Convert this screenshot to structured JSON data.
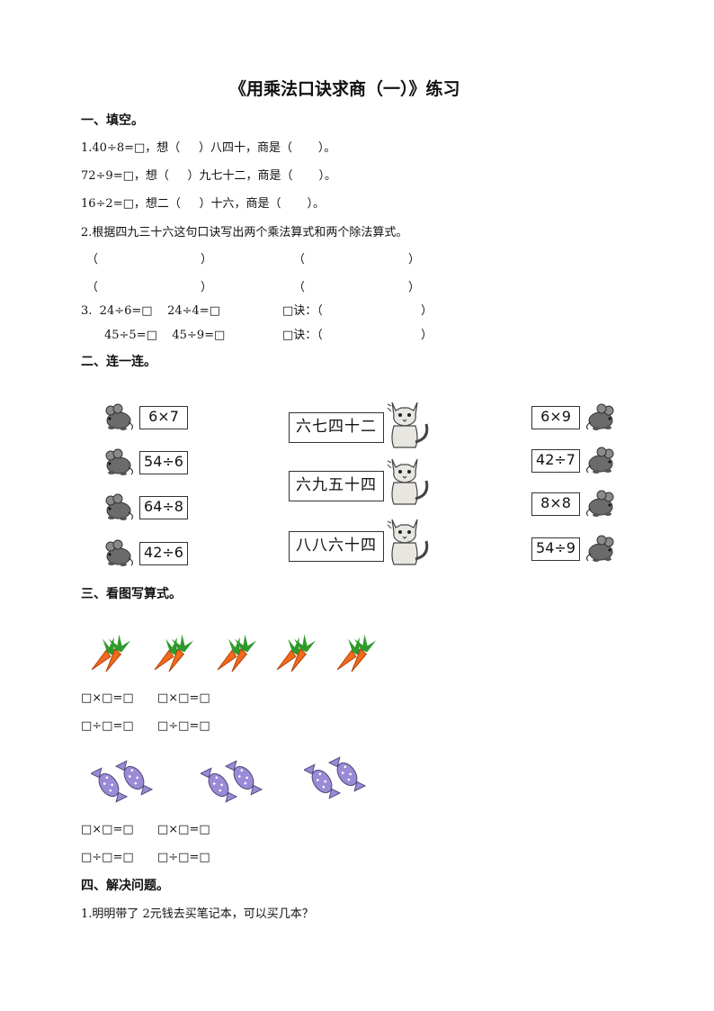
{
  "title": "《用乘法口诀求商（一）》练习",
  "sections": {
    "s1": "一、填空。",
    "s2": "二、连一连。",
    "s3": "三、看图写算式。",
    "s4": "四、解决问题。"
  },
  "fill": {
    "q1a": "1.40÷8=□，想（     ）八四十，商是（       ）。",
    "q1b": "72÷9=□，想（     ）九七十二，商是（       ）。",
    "q1c": "16÷2=□，想二（     ）十六，商是（       ）。",
    "q2": "2.根据四九三十六这句口诀写出两个乘法算式和两个除法算式。",
    "p1": "（",
    "p2": "）",
    "q3a": "3.  24÷6=□    24÷4=□",
    "q3b": "45÷5=□    45÷9=□",
    "kj": "□诀：（",
    "kjend": "）"
  },
  "match": {
    "left": [
      "6×7",
      "54÷6",
      "64÷8",
      "42÷6"
    ],
    "middle": [
      "六七四十二",
      "六九五十四",
      "八八六十四"
    ],
    "right": [
      "6×9",
      "42÷7",
      "8×8",
      "54÷9"
    ]
  },
  "picture": {
    "mul": "□×□=□",
    "div": "□÷□=□"
  },
  "problem": {
    "q1": "1.明明带了 2元钱去买笔记本，可以买几本？"
  },
  "icons": {
    "mouse": "mouse-icon",
    "cat": "cat-icon",
    "carrot": "carrot-bunch-icon",
    "candy": "candy-pair-icon"
  },
  "colors": {
    "carrot": "#f26a1b",
    "leaf": "#2f9a2b",
    "candy": "#9b8bd6"
  }
}
